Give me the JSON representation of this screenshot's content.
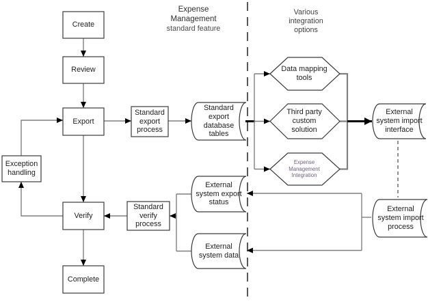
{
  "zones": {
    "standard_feature": {
      "title": "Expense Management",
      "subtitle": "standard feature"
    },
    "integration_options": {
      "title": "Various integration options"
    }
  },
  "nodes": {
    "create": "Create",
    "review": "Review",
    "export": "Export",
    "verify": "Verify",
    "complete": "Complete",
    "exception_handling": "Exception handling",
    "standard_export_process": "Standard export process",
    "standard_export_database_tables": "Standard export database tables",
    "standard_verify_process": "Standard verify process",
    "external_system_export_status": "External system export status",
    "external_system_data": "External system data",
    "data_mapping_tools": "Data mapping tools",
    "third_party_custom_solution": "Third party custom solution",
    "expense_management_integration": "Expense Management Integration",
    "external_system_import_interface": "External system import interface",
    "external_system_import_process": "External system import process"
  },
  "colors": {
    "background": "#ffffff",
    "connector": "#7f7f7f",
    "shape_border": "#3a3a3a",
    "arrowhead": "#000000",
    "thick_flow": "#000000",
    "emi_text": "#6f617f",
    "zone_text": "#2f2f2f"
  }
}
